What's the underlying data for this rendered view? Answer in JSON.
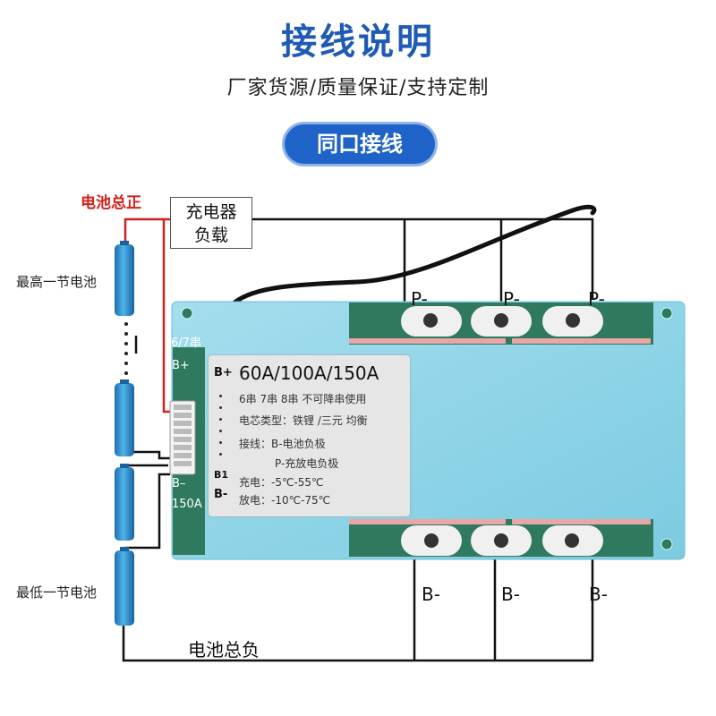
{
  "header": {
    "title": "接线说明",
    "subtitle": "厂家货源/质量保证/支持定制",
    "pill": "同口接线"
  },
  "labels": {
    "battery_total_positive": "电池总正",
    "charger_line1": "充电器",
    "charger_line2": "负载",
    "highest_cell": "最高一节电池",
    "lowest_cell": "最低一节电池",
    "battery_total_negative": "电池总负",
    "p_terminal": "P-",
    "b_terminal": "B-"
  },
  "board": {
    "spec": "60A/100A/150A",
    "series": "6串  7串  8串    不可降串使用",
    "cell_type": "电芯类型：铁锂 /三元  均衡",
    "wiring_b": "接线：B-电池负极",
    "wiring_p": "P-充放电负极",
    "charge_temp": "充电：-5℃-55℃",
    "discharge_temp": "放电：-10℃-75℃",
    "mark_b_plus": "B+",
    "mark_b1": "B1",
    "mark_b_minus": "B-",
    "pin_b_plus": "B+",
    "pin_b_minus": "B–",
    "series_code": "6/7串",
    "current_code": "150A"
  },
  "colors": {
    "title_blue": "#1f5bb5",
    "pill_blue": "#1f62c8",
    "red_wire": "#d0211d",
    "board_cyan": "#8fd3e6",
    "pcb_green": "#2f7a5e",
    "cell_blue": "#2e8fd0"
  }
}
